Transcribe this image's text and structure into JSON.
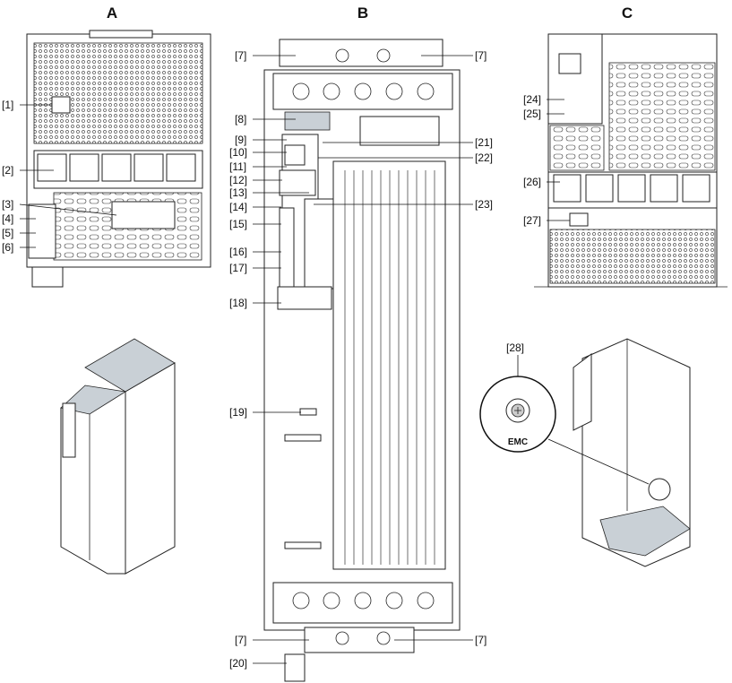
{
  "views": {
    "a": {
      "title": "A",
      "labels": [
        "[1]",
        "[2]",
        "[3]",
        "[4]",
        "[5]",
        "[6]"
      ]
    },
    "b": {
      "title": "B",
      "labels_left": [
        "[7]",
        "[8]",
        "[9]",
        "[10]",
        "[11]",
        "[12]",
        "[13]",
        "[14]",
        "[15]",
        "[16]",
        "[17]",
        "[18]",
        "[19]",
        "[7]",
        "[20]"
      ],
      "labels_right": [
        "[7]",
        "[21]",
        "[22]",
        "[23]",
        "[7]"
      ]
    },
    "c": {
      "title": "C",
      "labels": [
        "[24]",
        "[25]",
        "[26]",
        "[27]",
        "[28]"
      ],
      "emc_text": "EMC"
    }
  },
  "colors": {
    "line": "#222222",
    "panel_fill": "#c9d0d6"
  }
}
